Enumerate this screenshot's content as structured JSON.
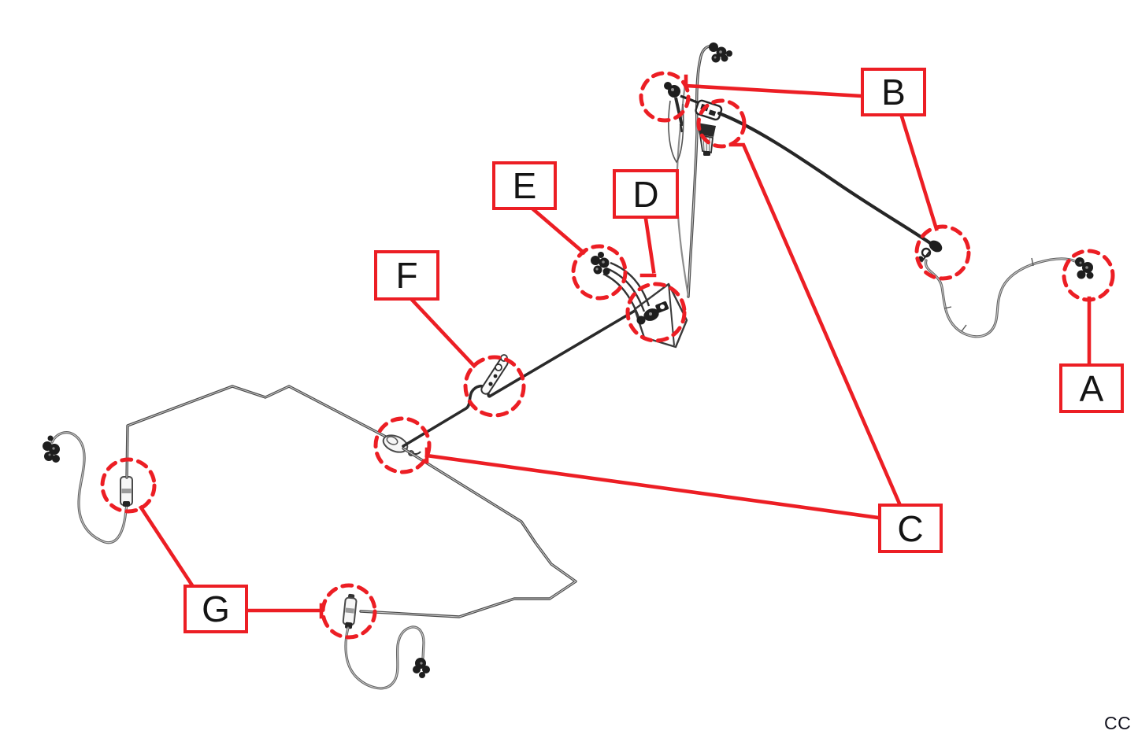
{
  "page": {
    "watermark": "CC"
  },
  "colors": {
    "accent": "#ec1e24",
    "line_dark": "#2a2a2a",
    "line_gray": "#8d8d8d"
  },
  "callouts": {
    "a": {
      "label": "A"
    },
    "b": {
      "label": "B"
    },
    "c": {
      "label": "C"
    },
    "d": {
      "label": "D"
    },
    "e": {
      "label": "E"
    },
    "f": {
      "label": "F"
    },
    "g": {
      "label": "G"
    }
  }
}
